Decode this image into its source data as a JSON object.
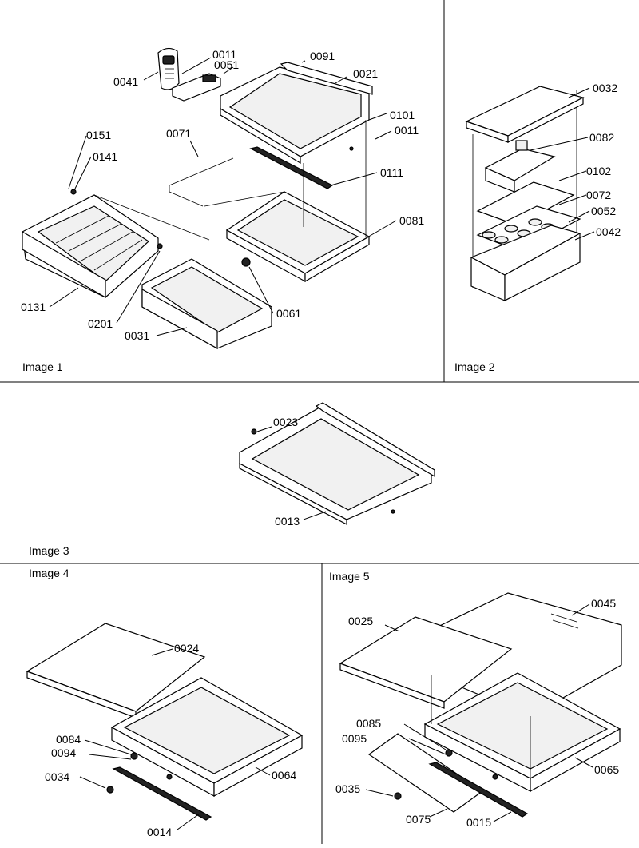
{
  "panels": [
    {
      "id": "p1",
      "label": "Image 1"
    },
    {
      "id": "p2",
      "label": "Image 2"
    },
    {
      "id": "p3",
      "label": "Image 3"
    },
    {
      "id": "p4",
      "label": "Image 4"
    },
    {
      "id": "p5",
      "label": "Image 5"
    }
  ],
  "callouts": {
    "p1": [
      "0011",
      "0051",
      "0041",
      "0091",
      "0021",
      "0101",
      "0011",
      "0071",
      "0111",
      "0151",
      "0141",
      "0081",
      "0131",
      "0201",
      "0061",
      "0031"
    ],
    "p2": [
      "0032",
      "0082",
      "0102",
      "0072",
      "0052",
      "0042"
    ],
    "p3": [
      "0023",
      "0013"
    ],
    "p4": [
      "0024",
      "0084",
      "0094",
      "0064",
      "0034",
      "0014"
    ],
    "p5": [
      "0045",
      "0025",
      "0085",
      "0095",
      "0065",
      "0035",
      "0075",
      "0015"
    ]
  }
}
